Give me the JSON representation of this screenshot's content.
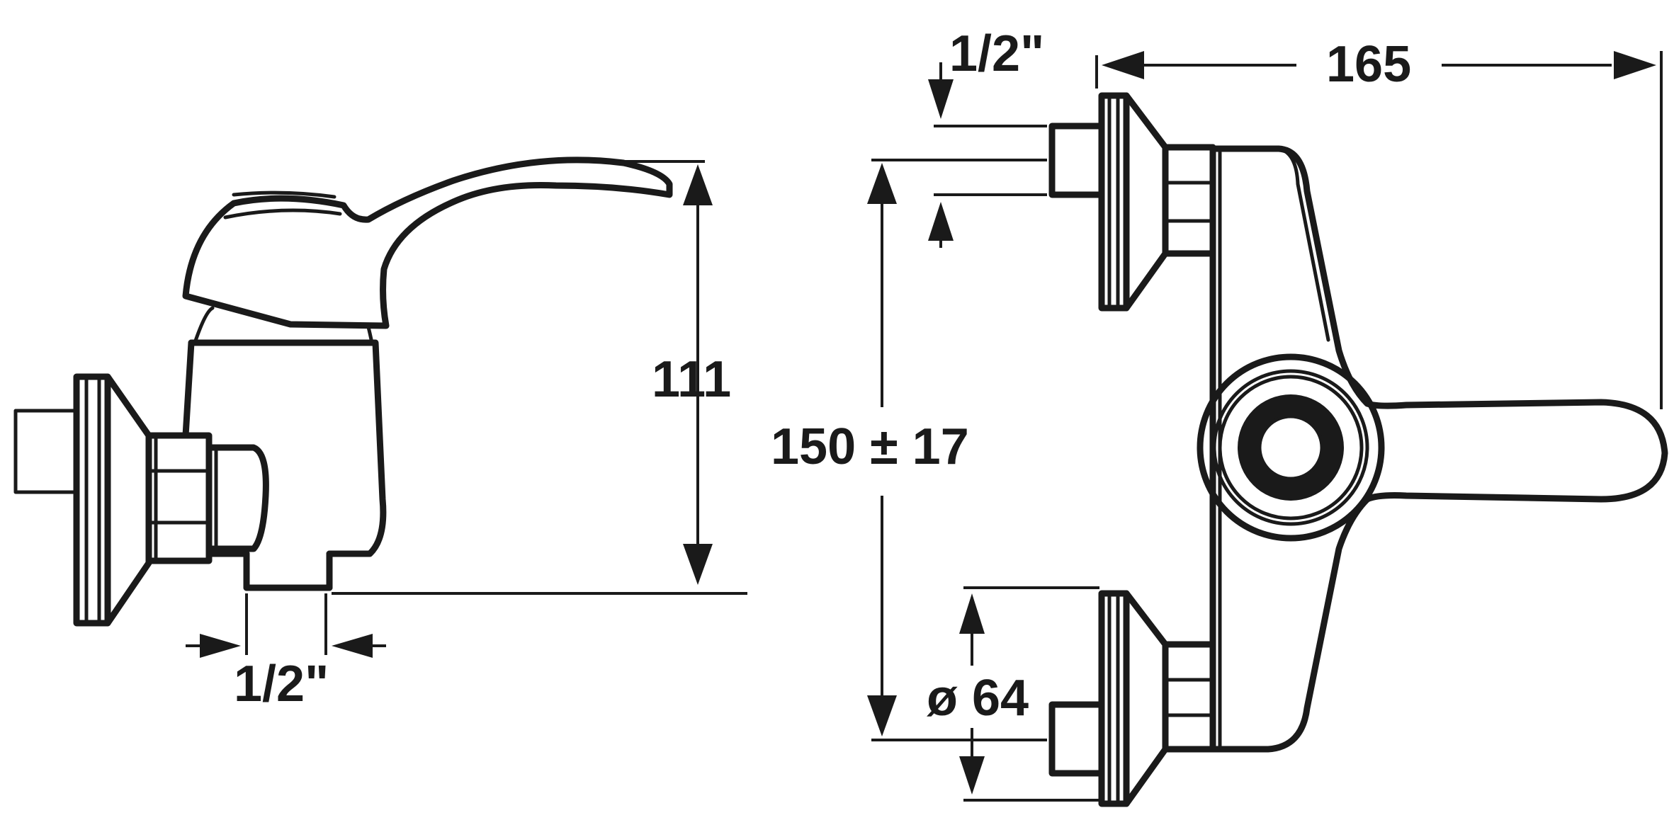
{
  "side_view": {
    "height_label": "111",
    "outlet_label": "1/2\""
  },
  "front_view": {
    "inlet_label": "1/2\"",
    "width_label": "165",
    "centers_label": "150 ± 17",
    "flange_label": "ø 64"
  },
  "colors": {
    "line": "#1a1a1a",
    "background": "#ffffff"
  }
}
